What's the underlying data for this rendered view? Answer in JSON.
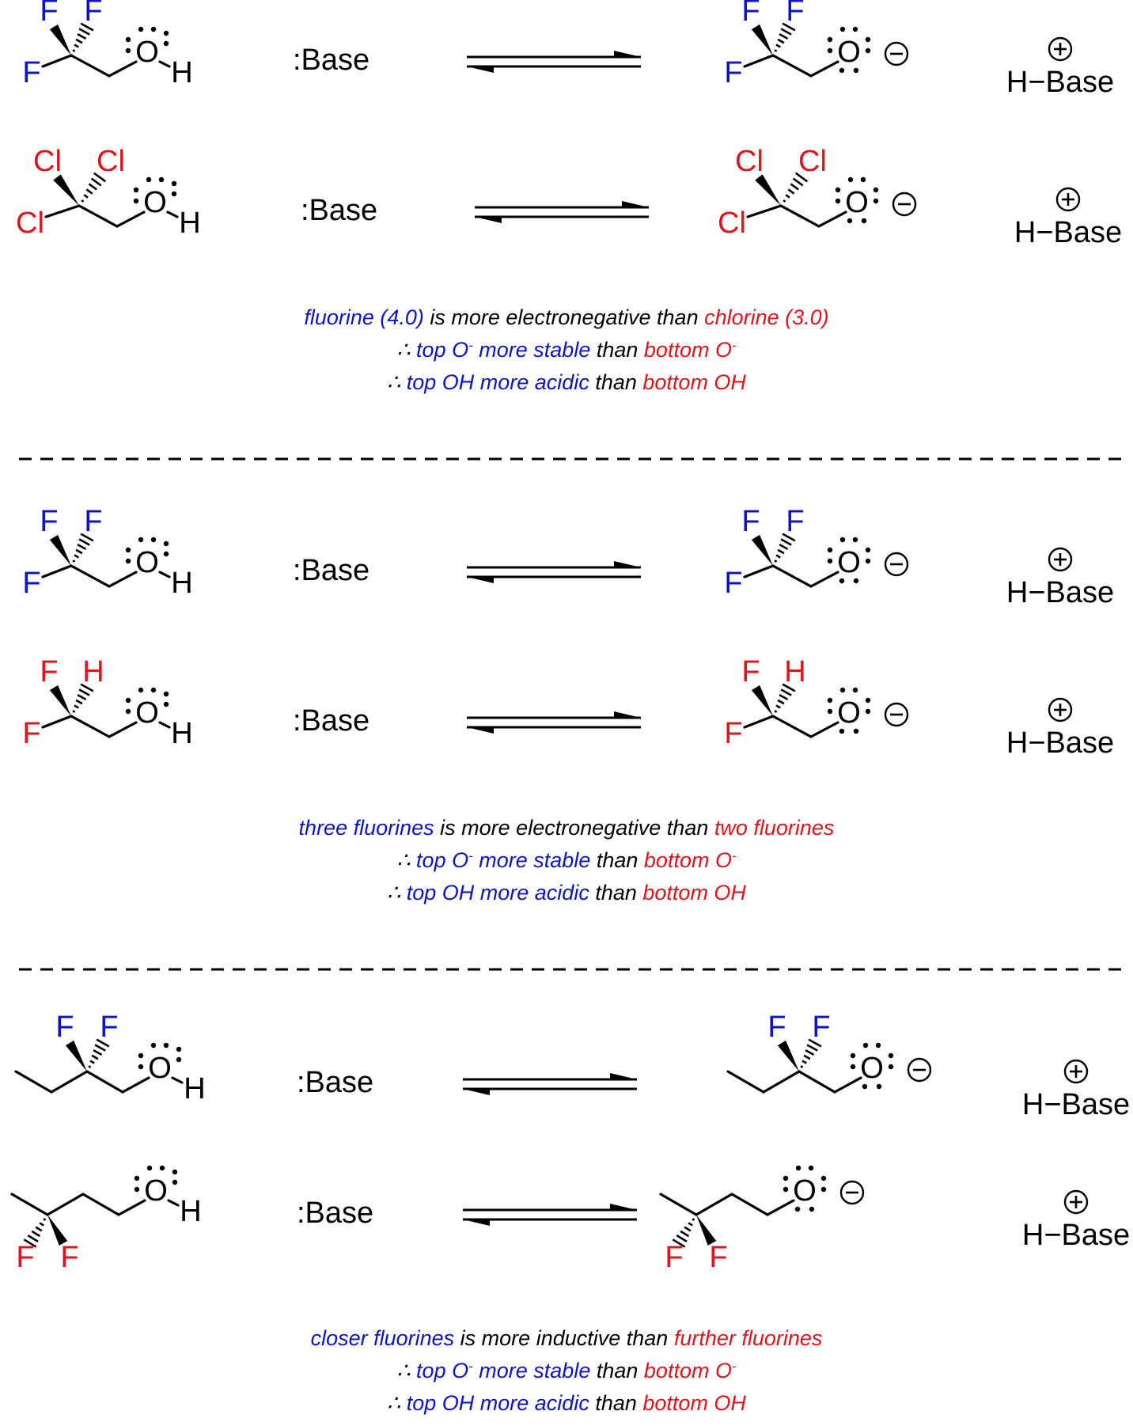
{
  "colors": {
    "blue": "#0b14c9",
    "red": "#e0141a",
    "black": "#000000"
  },
  "labels": {
    "base": ":Base",
    "conj_acid": "H−Base",
    "plus": "⊕",
    "minus": "⊖",
    "O": "O",
    "H": "H",
    "F": "F",
    "Cl": "Cl"
  },
  "panels": [
    {
      "captions": [
        [
          {
            "t": "fluorine (4.0)",
            "c": "blue"
          },
          {
            "t": " is more electronegative than ",
            "c": "black"
          },
          {
            "t": "chlorine (3.0)",
            "c": "red"
          }
        ],
        [
          {
            "t": "∴ ",
            "c": "black"
          },
          {
            "t": "top O",
            "c": "blue"
          },
          {
            "t": "-",
            "c": "blue",
            "sup": true
          },
          {
            "t": " more stable",
            "c": "blue"
          },
          {
            "t": " than ",
            "c": "black"
          },
          {
            "t": "bottom O",
            "c": "red"
          },
          {
            "t": "-",
            "c": "red",
            "sup": true
          }
        ],
        [
          {
            "t": "∴ ",
            "c": "black"
          },
          {
            "t": "top OH more acidic",
            "c": "blue"
          },
          {
            "t": " than ",
            "c": "black"
          },
          {
            "t": "bottom OH",
            "c": "red"
          }
        ]
      ]
    },
    {
      "captions": [
        [
          {
            "t": "three fluorines",
            "c": "blue"
          },
          {
            "t": " is more electronegative than ",
            "c": "black"
          },
          {
            "t": "two fluorines",
            "c": "red"
          }
        ],
        [
          {
            "t": "∴ ",
            "c": "black"
          },
          {
            "t": "top O",
            "c": "blue"
          },
          {
            "t": "-",
            "c": "blue",
            "sup": true
          },
          {
            "t": " more stable",
            "c": "blue"
          },
          {
            "t": " than ",
            "c": "black"
          },
          {
            "t": "bottom O",
            "c": "red"
          },
          {
            "t": "-",
            "c": "red",
            "sup": true
          }
        ],
        [
          {
            "t": "∴ ",
            "c": "black"
          },
          {
            "t": "top OH more acidic",
            "c": "blue"
          },
          {
            "t": " than ",
            "c": "black"
          },
          {
            "t": "bottom OH",
            "c": "red"
          }
        ]
      ]
    },
    {
      "captions": [
        [
          {
            "t": "closer fluorines",
            "c": "blue"
          },
          {
            "t": " is more inductive than ",
            "c": "black"
          },
          {
            "t": "further fluorines",
            "c": "red"
          }
        ],
        [
          {
            "t": "∴ ",
            "c": "black"
          },
          {
            "t": "top O",
            "c": "blue"
          },
          {
            "t": "-",
            "c": "blue",
            "sup": true
          },
          {
            "t": " more stable",
            "c": "blue"
          },
          {
            "t": " than ",
            "c": "black"
          },
          {
            "t": "bottom O",
            "c": "red"
          },
          {
            "t": "-",
            "c": "red",
            "sup": true
          }
        ],
        [
          {
            "t": "∴ ",
            "c": "black"
          },
          {
            "t": "top OH more acidic",
            "c": "blue"
          },
          {
            "t": " than ",
            "c": "black"
          },
          {
            "t": "bottom OH",
            "c": "red"
          }
        ]
      ]
    }
  ],
  "reactions": [
    {
      "type": "trihalo",
      "halogens": [
        "F",
        "F",
        "F"
      ],
      "halogen_color": "blue"
    },
    {
      "type": "trihalo",
      "halogens": [
        "Cl",
        "Cl",
        "Cl"
      ],
      "halogen_color": "red"
    },
    {
      "type": "trihalo",
      "halogens": [
        "F",
        "F",
        "F"
      ],
      "halogen_color": "blue"
    },
    {
      "type": "trihalo",
      "halogens": [
        "F",
        "H",
        "F"
      ],
      "halogen_color": "red"
    },
    {
      "type": "beta_difluoro",
      "halogens": [
        "F",
        "F"
      ],
      "halogen_color": "blue"
    },
    {
      "type": "gamma_difluoro",
      "halogens": [
        "F",
        "F"
      ],
      "halogen_color": "red"
    }
  ]
}
